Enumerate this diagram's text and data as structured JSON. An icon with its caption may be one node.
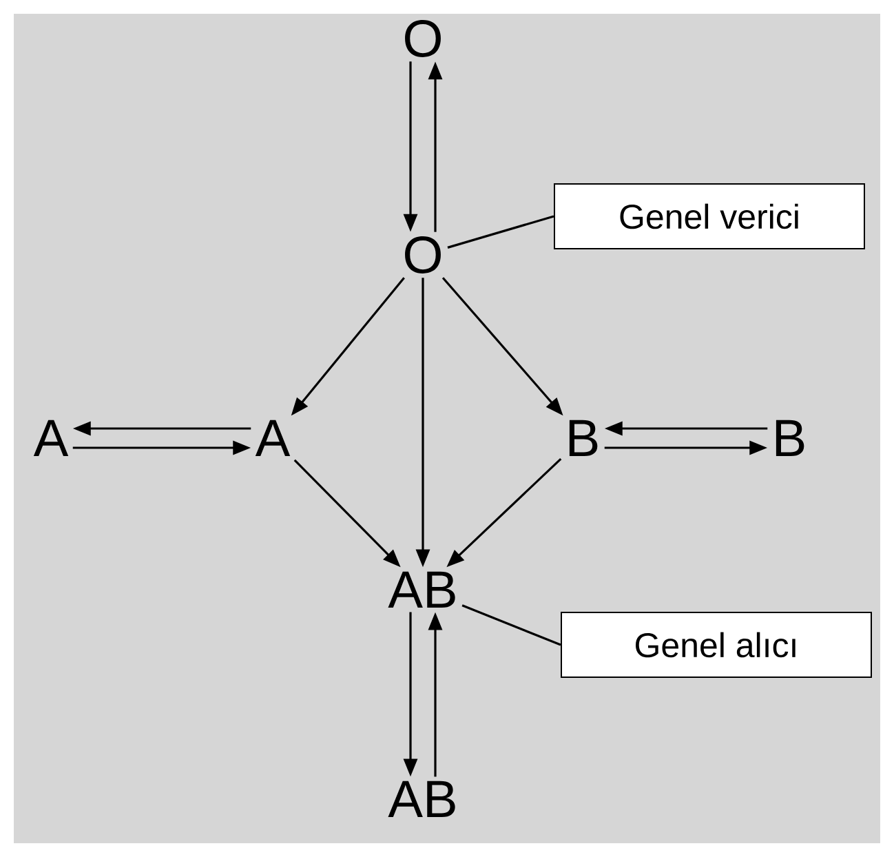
{
  "diagram": {
    "nodes": [
      {
        "text": [
          "O"
        ]
      },
      {
        "text": [
          "O"
        ]
      },
      {
        "text": [
          "Genel verici"
        ]
      },
      {
        "text": [
          "A"
        ]
      },
      {
        "text": [
          "A"
        ]
      },
      {
        "text": [
          "B"
        ]
      },
      {
        "text": [
          "B"
        ]
      },
      {
        "text": [
          "AB"
        ]
      },
      {
        "text": [
          "Genel alıcı"
        ]
      },
      {
        "text": [
          "AB"
        ]
      }
    ],
    "edges": [
      {
        "from": 0,
        "to": 1,
        "arrow": "to"
      },
      {
        "from": 1,
        "to": 0,
        "arrow": "to"
      },
      {
        "from": 1,
        "to": 4,
        "arrow": "to"
      },
      {
        "from": 1,
        "to": 7,
        "arrow": "to"
      },
      {
        "from": 1,
        "to": 5,
        "arrow": "to"
      },
      {
        "from": 4,
        "to": 3,
        "arrow": "to"
      },
      {
        "from": 3,
        "to": 4,
        "arrow": "to"
      },
      {
        "from": 6,
        "to": 5,
        "arrow": "to"
      },
      {
        "from": 5,
        "to": 6,
        "arrow": "to"
      },
      {
        "from": 4,
        "to": 7,
        "arrow": "to"
      },
      {
        "from": 5,
        "to": 7,
        "arrow": "to"
      },
      {
        "from": 7,
        "to": 9,
        "arrow": "to"
      },
      {
        "from": 9,
        "to": 7,
        "arrow": "to"
      },
      {
        "from": 2,
        "to": 1,
        "arrow": "none"
      },
      {
        "from": 8,
        "to": 7,
        "arrow": "none"
      }
    ]
  }
}
